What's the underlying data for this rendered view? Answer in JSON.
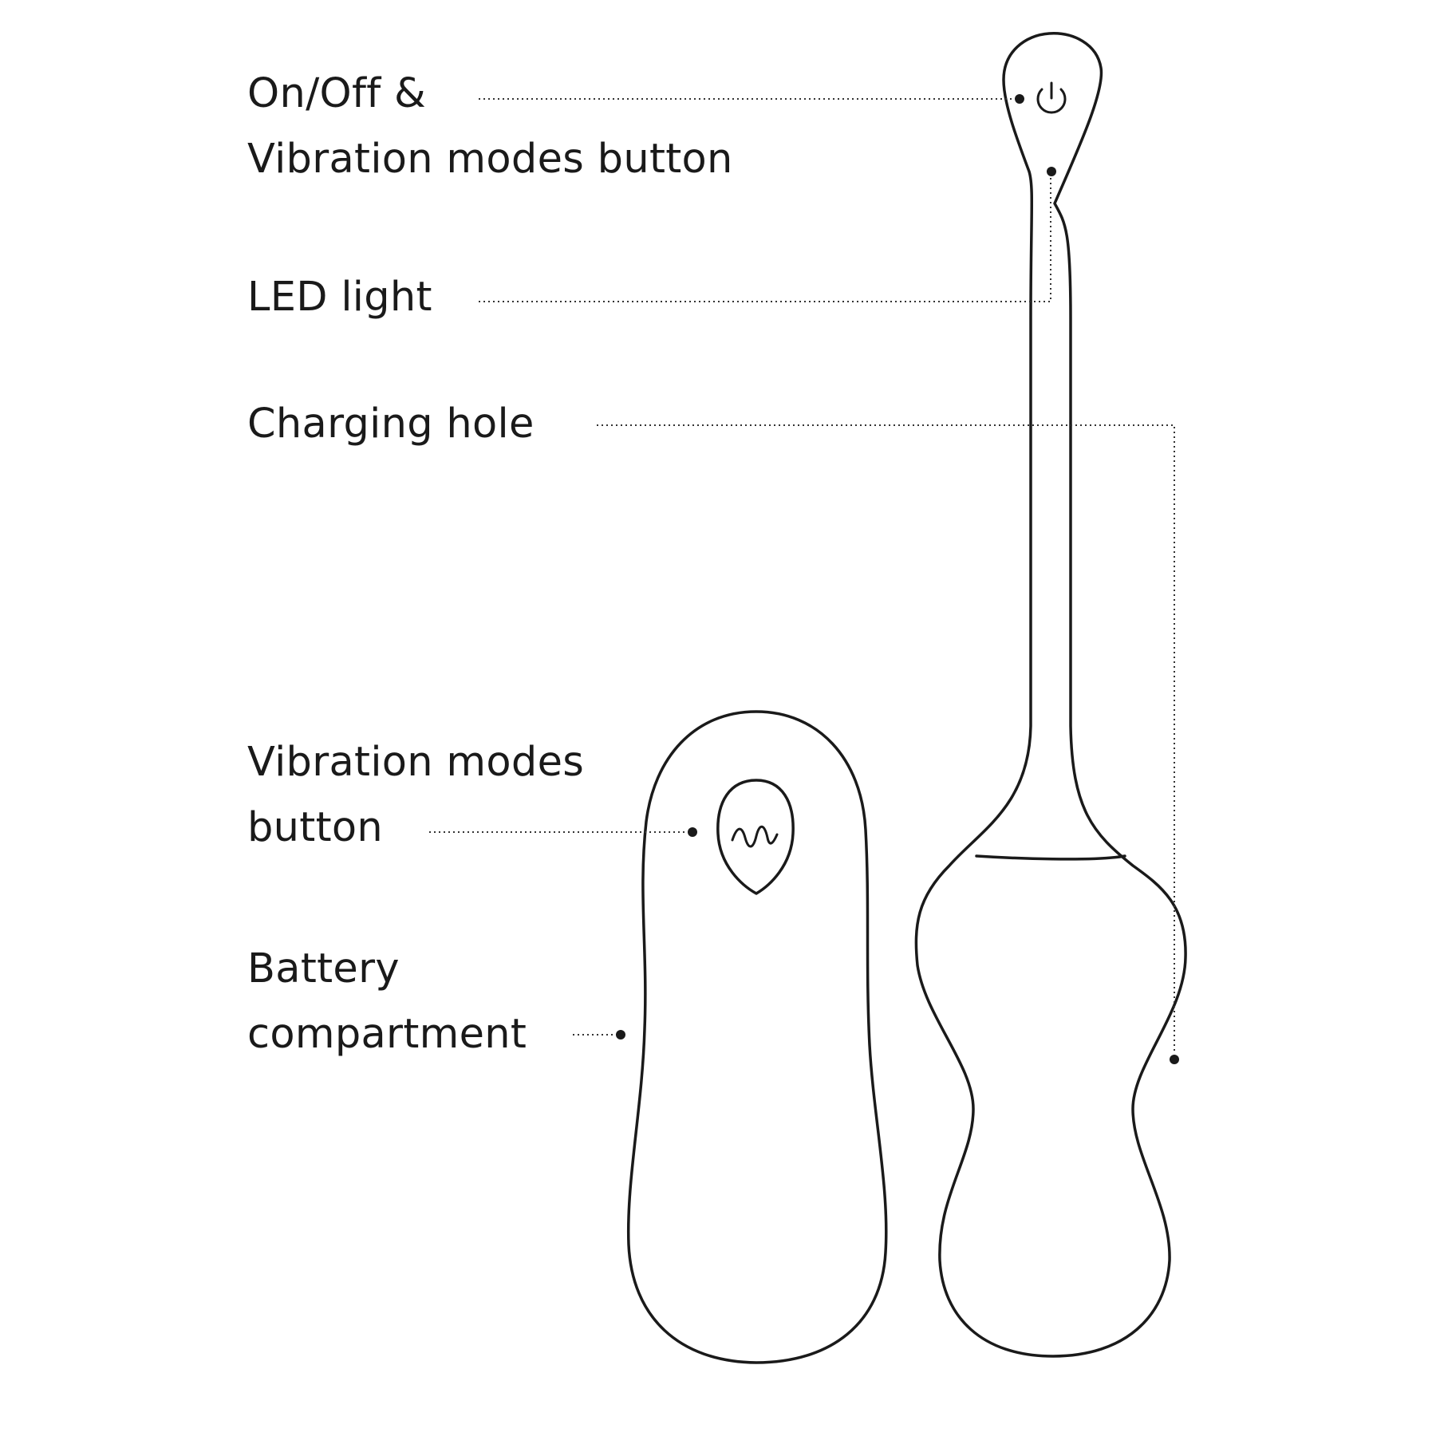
{
  "callouts": [
    {
      "id": "power",
      "lines": [
        "On/Off &",
        "Vibration modes button"
      ]
    },
    {
      "id": "led",
      "lines": [
        "LED light"
      ]
    },
    {
      "id": "charge",
      "lines": [
        "Charging hole"
      ]
    },
    {
      "id": "vib",
      "lines": [
        "Vibration modes",
        "button"
      ]
    },
    {
      "id": "battery",
      "lines": [
        "Battery",
        "compartment"
      ]
    }
  ],
  "icons": {
    "power_button": "power-icon",
    "vibration_button": "wave-icon"
  },
  "colors": {
    "ink": "#1a1a1a",
    "background": "#ffffff"
  }
}
